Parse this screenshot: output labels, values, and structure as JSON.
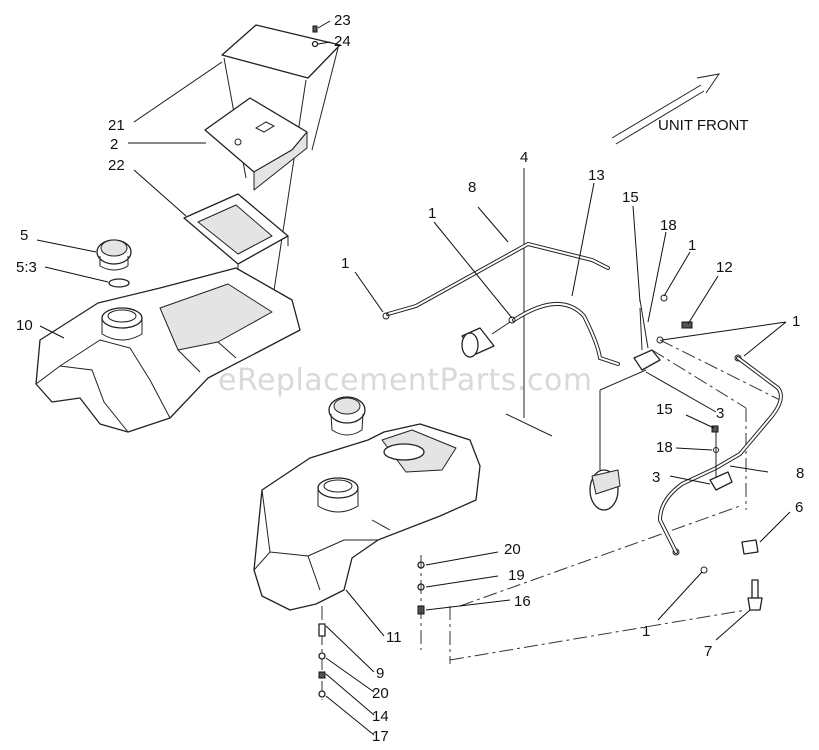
{
  "diagram": {
    "orientation_label": "UNIT FRONT",
    "watermark": "eReplacementParts.com",
    "callouts": [
      {
        "id": "c-23a",
        "text": "23"
      },
      {
        "id": "c-24a",
        "text": "24"
      },
      {
        "id": "c-21",
        "text": "21"
      },
      {
        "id": "c-2",
        "text": "2"
      },
      {
        "id": "c-22",
        "text": "22"
      },
      {
        "id": "c-5",
        "text": "5"
      },
      {
        "id": "c-5-3",
        "text": "5:3"
      },
      {
        "id": "c-10",
        "text": "10"
      },
      {
        "id": "c-4",
        "text": "4"
      },
      {
        "id": "c-8a",
        "text": "8"
      },
      {
        "id": "c-13",
        "text": "13"
      },
      {
        "id": "c-1a",
        "text": "1"
      },
      {
        "id": "c-1b",
        "text": "1"
      },
      {
        "id": "c-15a",
        "text": "15"
      },
      {
        "id": "c-18a",
        "text": "18"
      },
      {
        "id": "c-1c",
        "text": "1"
      },
      {
        "id": "c-12",
        "text": "12"
      },
      {
        "id": "c-1d",
        "text": "1"
      },
      {
        "id": "c-3a",
        "text": "3"
      },
      {
        "id": "c-15b",
        "text": "15"
      },
      {
        "id": "c-18b",
        "text": "18"
      },
      {
        "id": "c-3b",
        "text": "3"
      },
      {
        "id": "c-8b",
        "text": "8"
      },
      {
        "id": "c-6",
        "text": "6"
      },
      {
        "id": "c-20a",
        "text": "20"
      },
      {
        "id": "c-19",
        "text": "19"
      },
      {
        "id": "c-16",
        "text": "16"
      },
      {
        "id": "c-11",
        "text": "11"
      },
      {
        "id": "c-1e",
        "text": "1"
      },
      {
        "id": "c-7",
        "text": "7"
      },
      {
        "id": "c-9",
        "text": "9"
      },
      {
        "id": "c-20b",
        "text": "20"
      },
      {
        "id": "c-14",
        "text": "14"
      },
      {
        "id": "c-17",
        "text": "17"
      }
    ]
  }
}
